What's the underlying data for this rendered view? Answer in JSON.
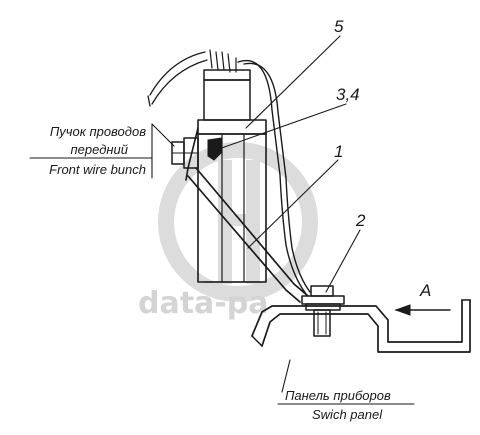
{
  "watermark": {
    "text": "data-pa"
  },
  "callouts": {
    "c5": "5",
    "c34": "3,4",
    "c1": "1",
    "c2": "2",
    "cA": "A"
  },
  "captions": {
    "front_ru_1": "Пучок проводов",
    "front_ru_2": "передний",
    "front_en": "Front wire bunch",
    "panel_ru": "Панель приборов",
    "panel_en": "Swich panel"
  },
  "colors": {
    "ink": "#1a1a1a",
    "watermark": "#d4d4d4"
  }
}
